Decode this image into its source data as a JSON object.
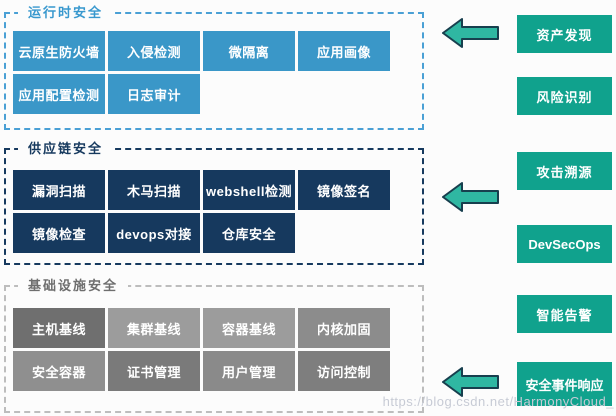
{
  "page": {
    "background": "#fcfcfc",
    "watermark": "https://blog.csdn.net/HarmonyCloud_",
    "watermark_color": "#c7cbd5"
  },
  "sections": [
    {
      "title": "运行时安全",
      "title_color": "#3898CE",
      "border_color": "#4AA0D5",
      "box_color": "#3A97C8",
      "rows": [
        [
          "云原生防火墙",
          "入侵检测",
          "微隔离",
          "应用画像"
        ],
        [
          "应用配置检测",
          "日志审计"
        ]
      ]
    },
    {
      "title": "供应链安全",
      "title_color": "#16395E",
      "border_color": "#16395E",
      "box_color": "#16395E",
      "rows": [
        [
          "漏洞扫描",
          "木马扫描",
          "webshell检测",
          "镜像签名"
        ],
        [
          "镜像检查",
          "devops对接",
          "仓库安全"
        ]
      ]
    },
    {
      "title": "基础设施安全",
      "title_color": "#6E6E6E",
      "border_color": "#BDBDBD",
      "rows": [
        [
          {
            "label": "主机基线",
            "color": "#6F6F6F"
          },
          {
            "label": "集群基线",
            "color": "#9C9C9C"
          },
          {
            "label": "容器基线",
            "color": "#9C9C9C"
          },
          {
            "label": "内核加固",
            "color": "#8C8C8C"
          }
        ],
        [
          {
            "label": "安全容器",
            "color": "#8F8F8F"
          },
          {
            "label": "证书管理",
            "color": "#7A7A7A"
          },
          {
            "label": "用户管理",
            "color": "#8A8A8A"
          },
          {
            "label": "访问控制",
            "color": "#7E7E7E"
          }
        ]
      ]
    }
  ],
  "right_column": {
    "box_color": "#10A28D",
    "items": [
      "资产发现",
      "风险识别",
      "攻击溯源",
      "DevSecOps",
      "智能告警",
      "安全事件响应"
    ]
  },
  "arrows": {
    "fill": "#2FB7A2",
    "stroke": "#173F4E",
    "direction": "left"
  }
}
